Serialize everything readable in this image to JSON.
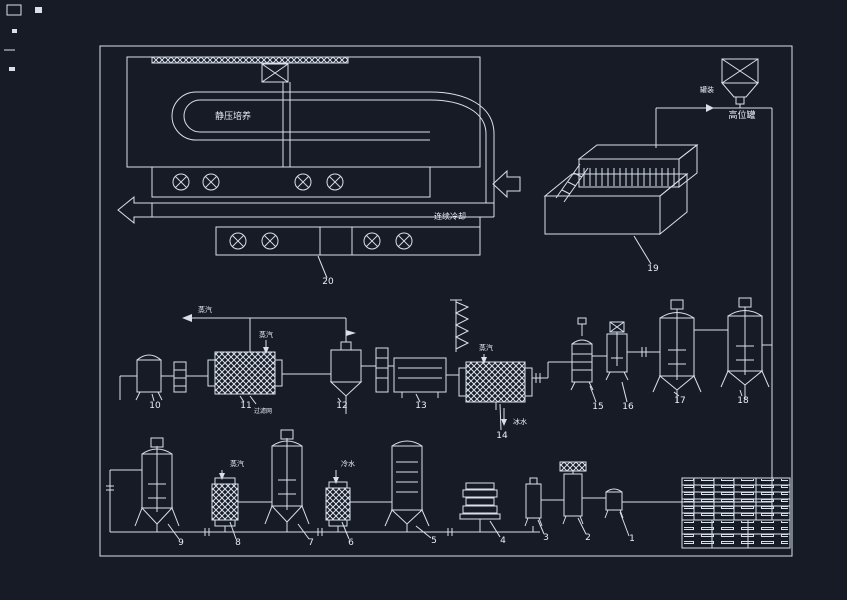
{
  "canvas": {
    "background": "#171b26",
    "line_color": "#d9e0ec"
  },
  "drawing": {
    "labels": {
      "static_pressure_culture": "静压培养",
      "continuous_cooling": "连续冷却",
      "filling": "罐装",
      "high_level_tank": "高位罐",
      "steam": "蒸汽",
      "ice_water": "冰水",
      "cold_water": "冷水",
      "filter_screen": "过滤网"
    },
    "equipment_numbers": [
      "1",
      "2",
      "3",
      "4",
      "5",
      "6",
      "7",
      "8",
      "9",
      "10",
      "11",
      "12",
      "13",
      "14",
      "15",
      "16",
      "17",
      "18",
      "19",
      "20"
    ]
  }
}
